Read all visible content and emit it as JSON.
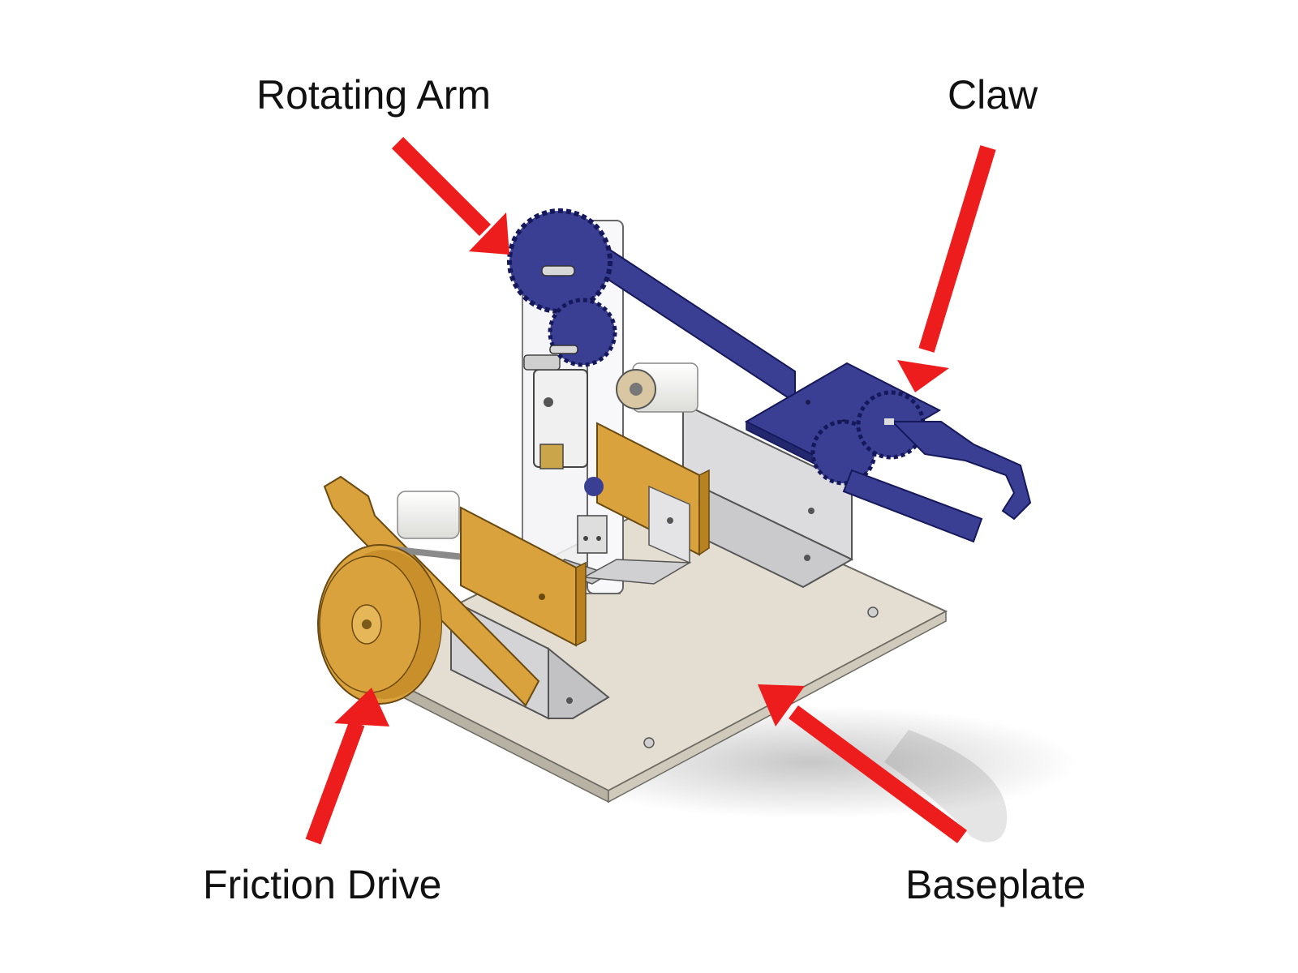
{
  "callouts": {
    "rotating_arm": "Rotating Arm",
    "claw": "Claw",
    "friction_drive": "Friction Drive",
    "baseplate": "Baseplate"
  },
  "colors": {
    "arm_blue": "#3a3f94",
    "wood": "#d9a23c",
    "baseplate": "#e3ded1",
    "metal": "#d4d4d6",
    "arrow": "#ee1d1d",
    "roller": "#f4f4f2"
  }
}
